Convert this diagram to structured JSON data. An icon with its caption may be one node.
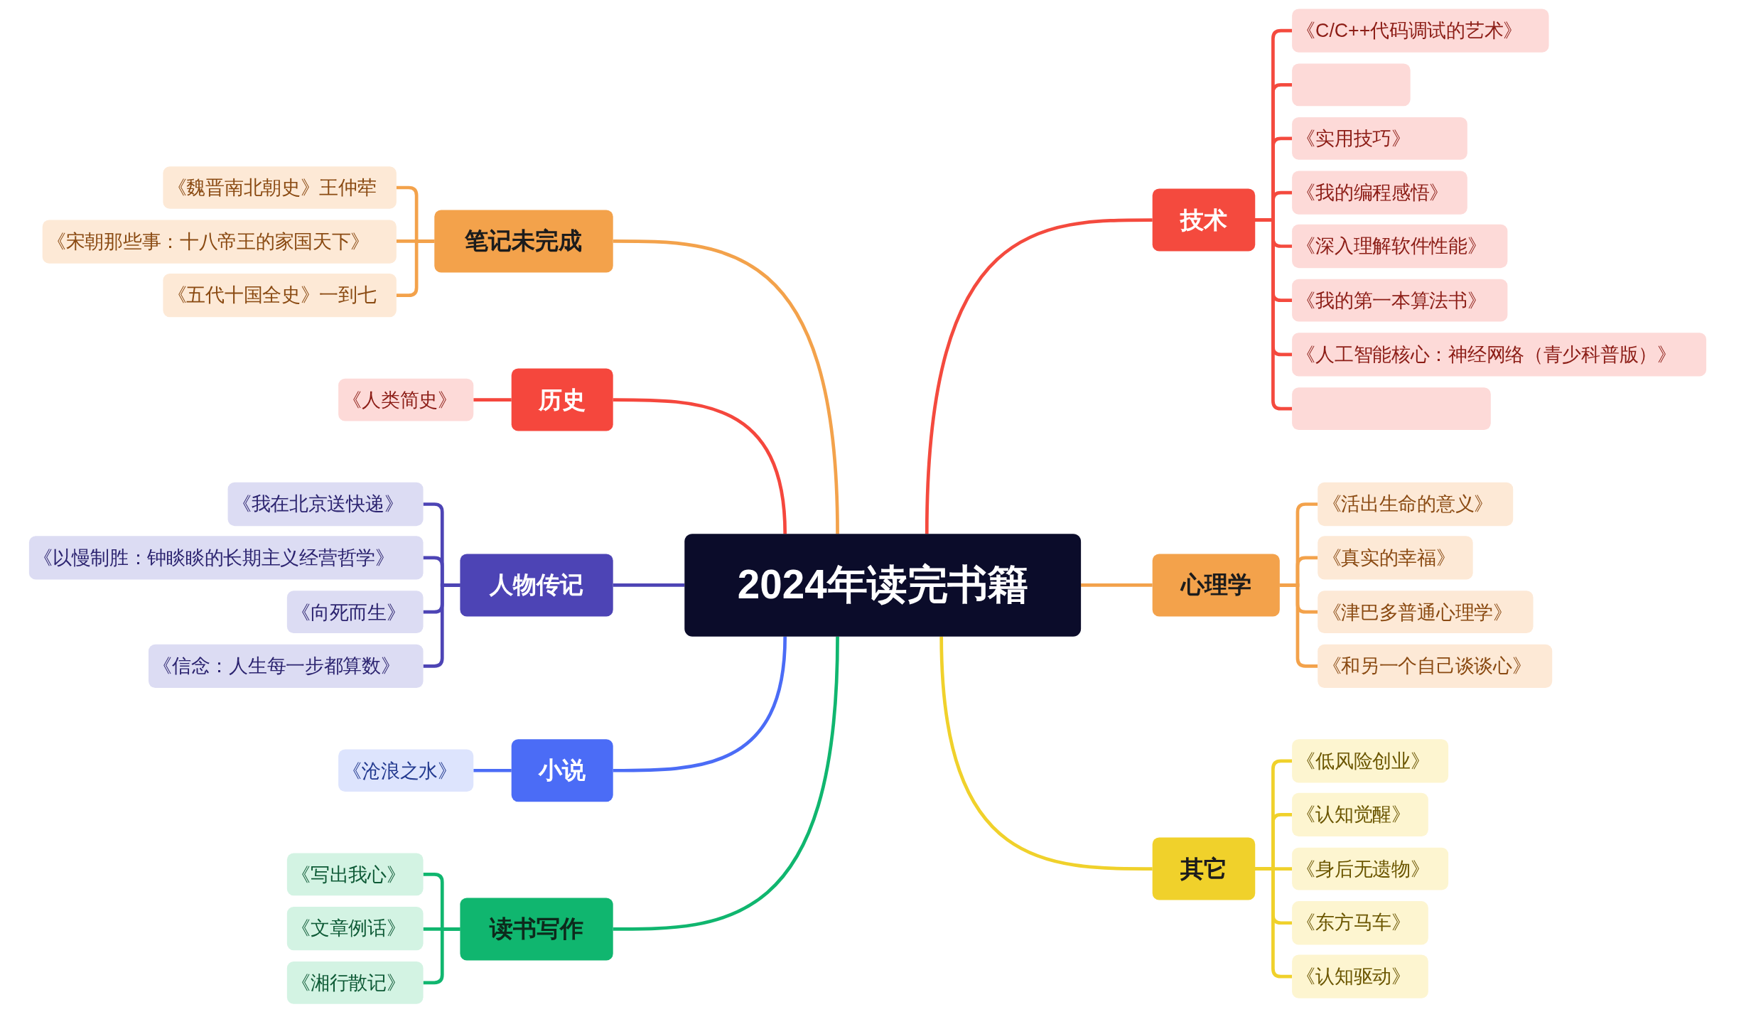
{
  "diagram": {
    "nodes": [
      {
        "text": [
          "2024年读完书籍"
        ]
      },
      {
        "text": [
          "笔记未完成"
        ]
      },
      {
        "text": [
          "《魏晋南北朝史》王仲荦"
        ]
      },
      {
        "text": [
          "《宋朝那些事：十八帝王的家国天下》"
        ]
      },
      {
        "text": [
          "《五代十国全史》一到七"
        ]
      },
      {
        "text": [
          "历史"
        ]
      },
      {
        "text": [
          "《人类简史》"
        ]
      },
      {
        "text": [
          "人物传记"
        ]
      },
      {
        "text": [
          "《我在北京送快递》"
        ]
      },
      {
        "text": [
          "《以慢制胜：钟睒睒的长期主义经营哲学》"
        ]
      },
      {
        "text": [
          "《向死而生》"
        ]
      },
      {
        "text": [
          "《信念：人生每一步都算数》"
        ]
      },
      {
        "text": [
          "小说"
        ]
      },
      {
        "text": [
          "《沧浪之水》"
        ]
      },
      {
        "text": [
          "读书写作"
        ]
      },
      {
        "text": [
          "《写出我心》"
        ]
      },
      {
        "text": [
          "《文章例话》"
        ]
      },
      {
        "text": [
          "《湘行散记》"
        ]
      },
      {
        "text": [
          "技术"
        ]
      },
      {
        "text": [
          "《C/C++代码调试的艺术》"
        ]
      },
      {
        "text": [],
        "shape": "box"
      },
      {
        "text": [
          "《实用技巧》"
        ]
      },
      {
        "text": [
          "《我的编程感悟》"
        ]
      },
      {
        "text": [
          "《深入理解软件性能》"
        ]
      },
      {
        "text": [
          "《我的第一本算法书》"
        ]
      },
      {
        "text": [
          "《人工智能核心：神经网络（青少科普版）》"
        ]
      },
      {
        "text": [],
        "shape": "box"
      },
      {
        "text": [
          "心理学"
        ]
      },
      {
        "text": [
          "《活出生命的意义》"
        ]
      },
      {
        "text": [
          "《真实的幸福》"
        ]
      },
      {
        "text": [
          "《津巴多普通心理学》"
        ]
      },
      {
        "text": [
          "《和另一个自己谈谈心》"
        ]
      },
      {
        "text": [
          "其它"
        ]
      },
      {
        "text": [
          "《低风险创业》"
        ]
      },
      {
        "text": [
          "《认知觉醒》"
        ]
      },
      {
        "text": [
          "《身后无遗物》"
        ]
      },
      {
        "text": [
          "《东方马车》"
        ]
      },
      {
        "text": [
          "《认知驱动》"
        ]
      }
    ],
    "edges": [
      {
        "from": 0,
        "to": 1,
        "arrow": "none",
        "color": "#f3a24b"
      },
      {
        "from": 0,
        "to": 5,
        "arrow": "none",
        "color": "#f5473d"
      },
      {
        "from": 0,
        "to": 7,
        "arrow": "none",
        "color": "#4d44b5"
      },
      {
        "from": 0,
        "to": 12,
        "arrow": "none",
        "color": "#4b6cf6"
      },
      {
        "from": 0,
        "to": 14,
        "arrow": "none",
        "color": "#10b66f"
      },
      {
        "from": 0,
        "to": 18,
        "arrow": "none",
        "color": "#f44a3e"
      },
      {
        "from": 0,
        "to": 27,
        "arrow": "none",
        "color": "#f3a24b"
      },
      {
        "from": 0,
        "to": 32,
        "arrow": "none",
        "color": "#f0d12b"
      },
      {
        "from": 1,
        "to": 2,
        "arrow": "none",
        "color": "#f3a24b"
      },
      {
        "from": 1,
        "to": 3,
        "arrow": "none",
        "color": "#f3a24b"
      },
      {
        "from": 1,
        "to": 4,
        "arrow": "none",
        "color": "#f3a24b"
      },
      {
        "from": 5,
        "to": 6,
        "arrow": "none",
        "color": "#f5473d"
      },
      {
        "from": 7,
        "to": 8,
        "arrow": "none",
        "color": "#4d44b5"
      },
      {
        "from": 7,
        "to": 9,
        "arrow": "none",
        "color": "#4d44b5"
      },
      {
        "from": 7,
        "to": 10,
        "arrow": "none",
        "color": "#4d44b5"
      },
      {
        "from": 7,
        "to": 11,
        "arrow": "none",
        "color": "#4d44b5"
      },
      {
        "from": 12,
        "to": 13,
        "arrow": "none",
        "color": "#4b6cf6"
      },
      {
        "from": 14,
        "to": 15,
        "arrow": "none",
        "color": "#10b66f"
      },
      {
        "from": 14,
        "to": 16,
        "arrow": "none",
        "color": "#10b66f"
      },
      {
        "from": 14,
        "to": 17,
        "arrow": "none",
        "color": "#10b66f"
      },
      {
        "from": 18,
        "to": 19,
        "arrow": "none",
        "color": "#f44a3e"
      },
      {
        "from": 18,
        "to": 20,
        "arrow": "none",
        "color": "#f44a3e"
      },
      {
        "from": 18,
        "to": 21,
        "arrow": "none",
        "color": "#f44a3e"
      },
      {
        "from": 18,
        "to": 22,
        "arrow": "none",
        "color": "#f44a3e"
      },
      {
        "from": 18,
        "to": 23,
        "arrow": "none",
        "color": "#f44a3e"
      },
      {
        "from": 18,
        "to": 24,
        "arrow": "none",
        "color": "#f44a3e"
      },
      {
        "from": 18,
        "to": 25,
        "arrow": "none",
        "color": "#f44a3e"
      },
      {
        "from": 18,
        "to": 26,
        "arrow": "none",
        "color": "#f44a3e"
      },
      {
        "from": 27,
        "to": 28,
        "arrow": "none",
        "color": "#f3a24b"
      },
      {
        "from": 27,
        "to": 29,
        "arrow": "none",
        "color": "#f3a24b"
      },
      {
        "from": 27,
        "to": 30,
        "arrow": "none",
        "color": "#f3a24b"
      },
      {
        "from": 27,
        "to": 31,
        "arrow": "none",
        "color": "#f3a24b"
      },
      {
        "from": 32,
        "to": 33,
        "arrow": "none",
        "color": "#f0d12b"
      },
      {
        "from": 32,
        "to": 34,
        "arrow": "none",
        "color": "#f0d12b"
      },
      {
        "from": 32,
        "to": 35,
        "arrow": "none",
        "color": "#f0d12b"
      },
      {
        "from": 32,
        "to": 36,
        "arrow": "none",
        "color": "#f0d12b"
      },
      {
        "from": 32,
        "to": 37,
        "arrow": "none",
        "color": "#f0d12b"
      }
    ]
  }
}
